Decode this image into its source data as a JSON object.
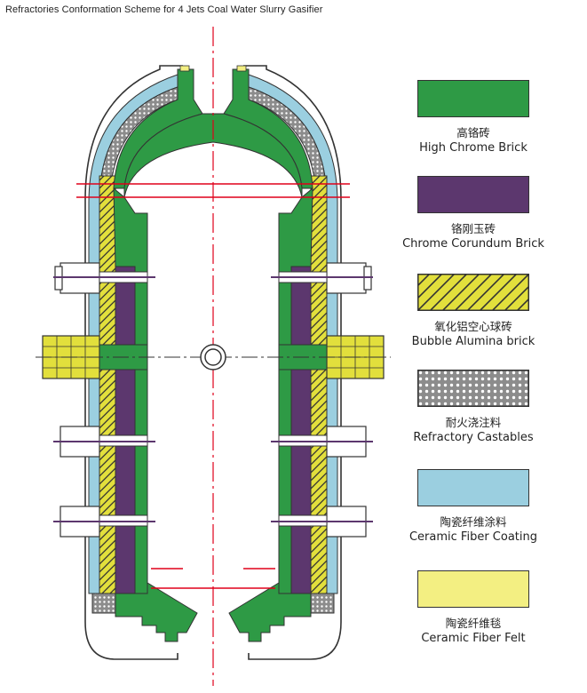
{
  "title": "Refractories Conformation Scheme for 4 Jets Coal Water Slurry Gasifier",
  "colors": {
    "high_chrome": "#2e9a45",
    "chrome_corundum": "#5c376e",
    "bubble_alumina": "#e2df3c",
    "castable_bg": "#8c8c8c",
    "fiber_coating": "#9bcfe0",
    "fiber_felt": "#f3ef82",
    "centerline": "#e0001a",
    "shell": "#333333"
  },
  "legend": [
    {
      "key": "high_chrome",
      "cn": "高铬砖",
      "en": "High Chrome Brick",
      "pattern": "solid-green",
      "icon": "green-swatch"
    },
    {
      "key": "chrome_corundum",
      "cn": "铬刚玉砖",
      "en": "Chrome Corundum Brick",
      "pattern": "solid-purple",
      "icon": "purple-swatch"
    },
    {
      "key": "bubble_alumina",
      "cn": "氧化铝空心球砖",
      "en": "Bubble Alumina brick",
      "pattern": "hatch",
      "icon": "hatched-swatch"
    },
    {
      "key": "castable",
      "cn": "耐火浇注料",
      "en": "Refractory Castables",
      "pattern": "dots",
      "icon": "dotted-swatch"
    },
    {
      "key": "fiber_coating",
      "cn": "陶瓷纤维涂料",
      "en": "Ceramic Fiber Coating",
      "pattern": "solid-blue",
      "icon": "blue-swatch"
    },
    {
      "key": "fiber_felt",
      "cn": "陶瓷纤维毯",
      "en": "Ceramic Fiber Felt",
      "pattern": "solid-yellow",
      "icon": "yellow-swatch"
    }
  ]
}
